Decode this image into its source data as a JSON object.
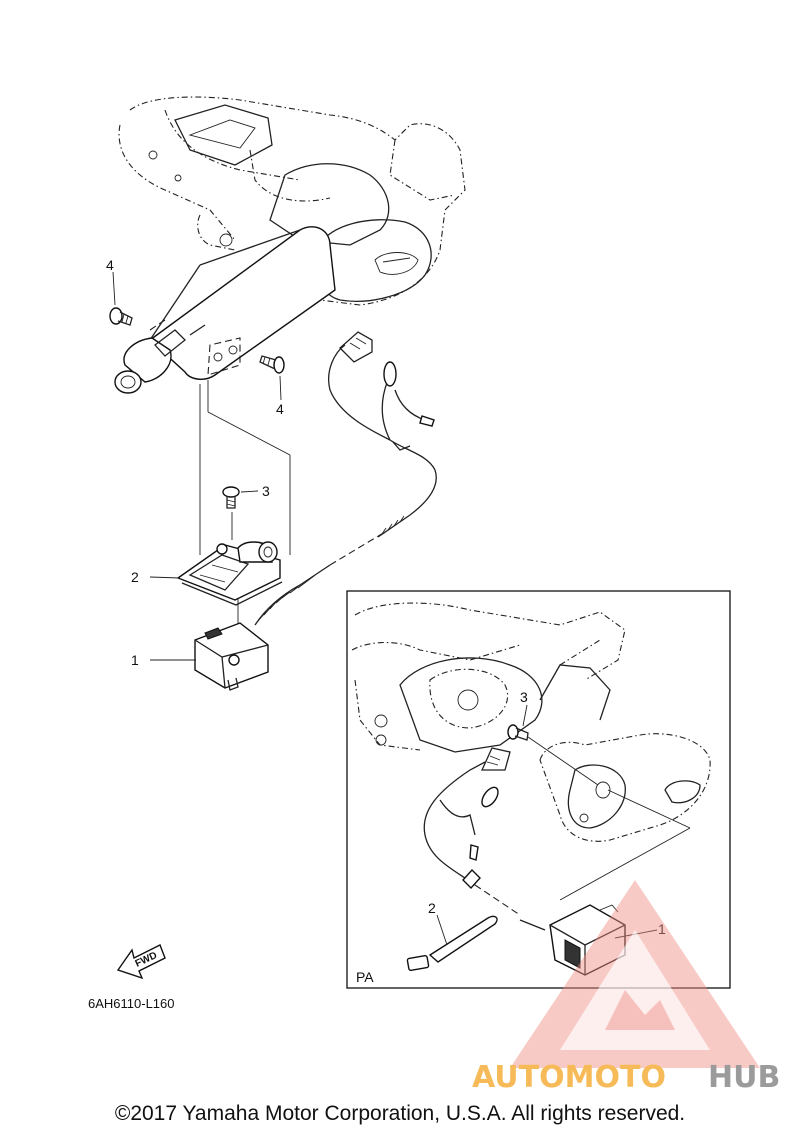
{
  "diagram": {
    "callouts": {
      "main_1": "1",
      "main_2": "2",
      "main_3": "3",
      "main_4_top": "4",
      "main_4_bottom": "4",
      "inset_1": "1",
      "inset_2": "2",
      "inset_3": "3"
    },
    "inset_label": "PA",
    "fwd_label": "FWD",
    "drawing_code": "6AH6110-L160"
  },
  "watermark": {
    "brand_part1": "AUTOMOTO",
    "brand_part2": "HUB",
    "colors": {
      "triangle": "#f08c84",
      "part1": "#f5b03c",
      "part2": "#8a8a8a"
    }
  },
  "footer": {
    "copyright": "©2017 Yamaha Motor Corporation, U.S.A. All rights reserved."
  }
}
